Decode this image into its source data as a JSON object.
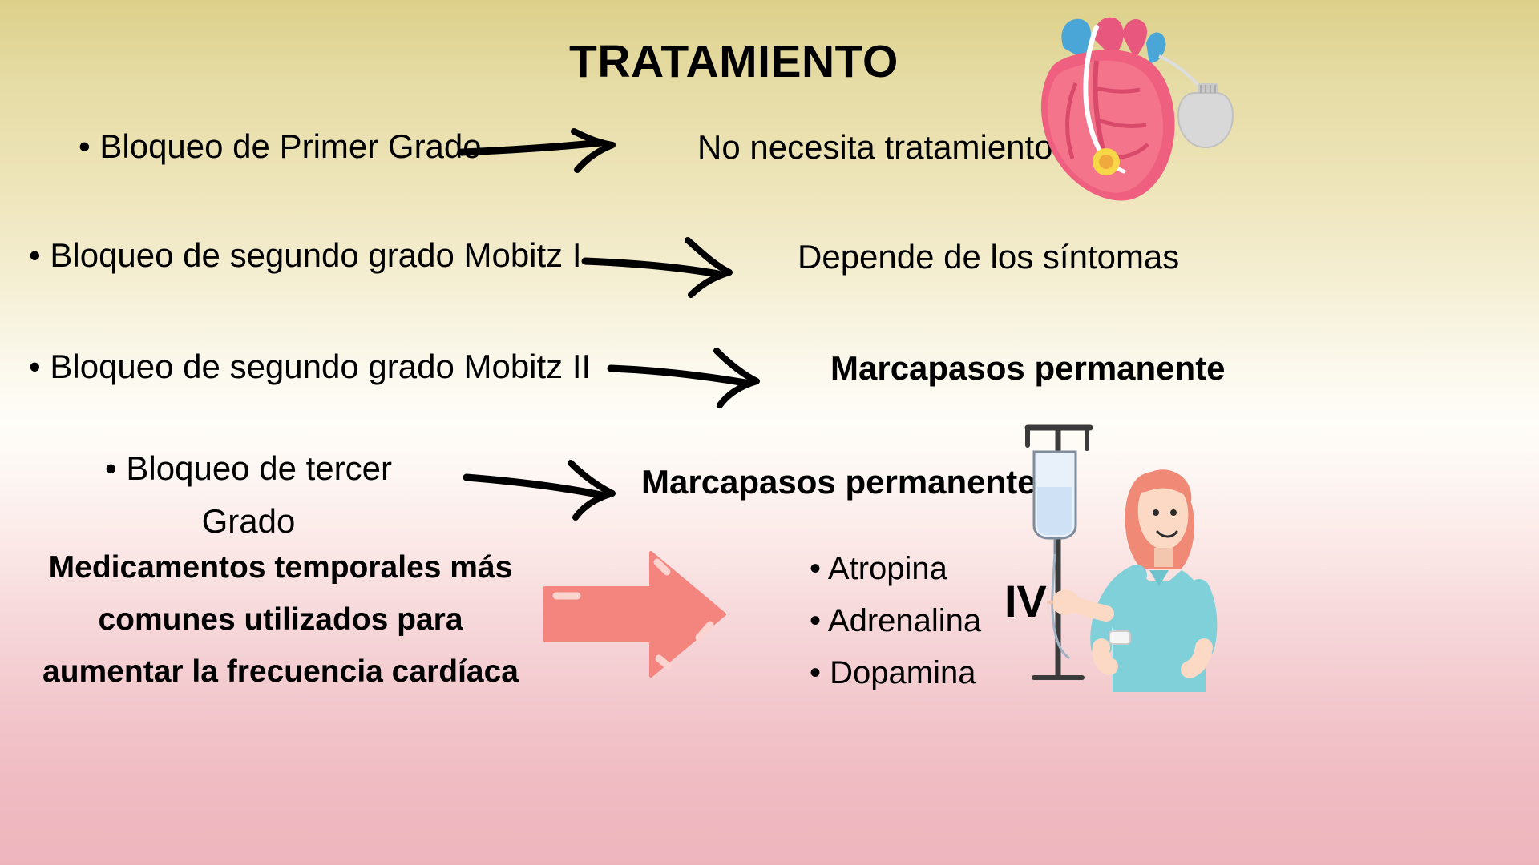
{
  "slide": {
    "title": "TRATAMIENTO",
    "background": {
      "top_color": "#ddd08a",
      "mid_color": "#fffdf8",
      "bottom_color": "#eeb5bd"
    }
  },
  "rows": [
    {
      "left": "• Bloqueo de Primer Grado",
      "right": "No necesita tratamiento",
      "right_bold": false
    },
    {
      "left": "• Bloqueo de segundo grado Mobitz I",
      "right": "Depende de los síntomas",
      "right_bold": false
    },
    {
      "left": "• Bloqueo de segundo grado Mobitz II",
      "right": "Marcapasos permanente",
      "right_bold": true
    },
    {
      "left": "• Bloqueo de tercer Grado",
      "right": "Marcapasos permanente",
      "right_bold": true
    }
  ],
  "medication_block": {
    "text": "Medicamentos temporales más comunes utilizados para aumentar la frecuencia cardíaca"
  },
  "drugs": [
    "• Atropina",
    "• Adrenalina",
    "• Dopamina"
  ],
  "iv_label": "IV",
  "graphics": {
    "heart_icon": "heart-with-pacemaker-illustration",
    "pacemaker_icon": "pacemaker-device",
    "big_arrow_icon": "block-arrow-right",
    "big_arrow_color": "#f4847e",
    "nurse_icon": "nurse-with-iv-drip-illustration",
    "arrow_icon": "hand-drawn-arrow-right"
  }
}
